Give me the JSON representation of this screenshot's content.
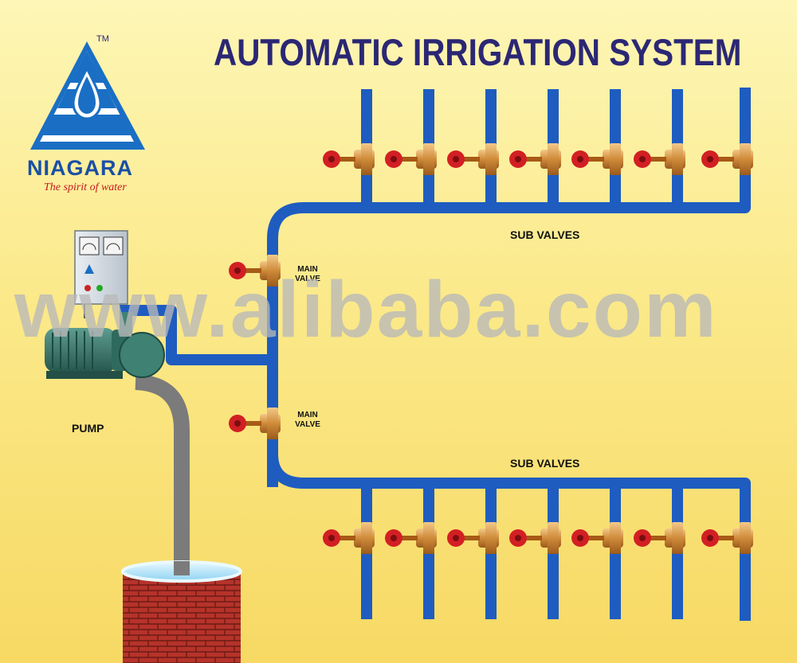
{
  "title": "AUTOMATIC IRRIGATION SYSTEM",
  "logo": {
    "brand": "NIAGARA",
    "tagline": "The spirit of water",
    "tm": "TM"
  },
  "labels": {
    "pump": "PUMP",
    "sub_valves_top": "SUB VALVES",
    "sub_valves_bottom": "SUB VALVES",
    "main_valve_top": [
      "MAIN",
      "VALVE"
    ],
    "main_valve_bottom": [
      "MAIN",
      "VALVE"
    ]
  },
  "watermark": "www.alibaba.com",
  "colors": {
    "pipe": "#1f5cc0",
    "valve_handle": "#d21f24",
    "valve_body": "#cf8b3a",
    "title": "#2b2774",
    "brick": "#b5332a",
    "suction_pipe": "#7b7b7b"
  }
}
